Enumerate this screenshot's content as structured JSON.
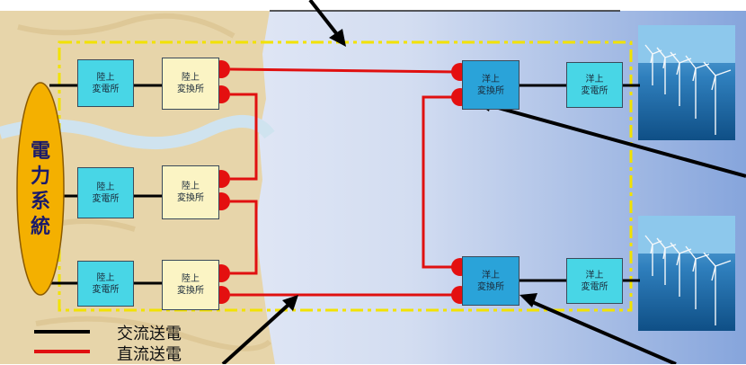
{
  "power_grid": {
    "label_lines": [
      "電",
      "力",
      "系",
      "統"
    ]
  },
  "onshore_substations": [
    {
      "line1": "陸上",
      "line2": "変電所"
    },
    {
      "line1": "陸上",
      "line2": "変電所"
    },
    {
      "line1": "陸上",
      "line2": "変電所"
    }
  ],
  "onshore_converters": [
    {
      "line1": "陸上",
      "line2": "変換所"
    },
    {
      "line1": "陸上",
      "line2": "変換所"
    },
    {
      "line1": "陸上",
      "line2": "変換所"
    }
  ],
  "offshore_converters": [
    {
      "line1": "洋上",
      "line2": "変換所"
    },
    {
      "line1": "洋上",
      "line2": "変換所"
    }
  ],
  "offshore_substations": [
    {
      "line1": "洋上",
      "line2": "変電所"
    },
    {
      "line1": "洋上",
      "line2": "変電所"
    }
  ],
  "legend": {
    "ac_label": "交流送電",
    "dc_label": "直流送電",
    "ac_color": "#000000",
    "dc_color": "#e01010"
  },
  "colors": {
    "sea_gradient_start": "#e8eef8",
    "sea_gradient_end": "#7f9fd8",
    "land": "#e6d4a8",
    "boundary": "#f5e400",
    "grid_oval": "#f4b000",
    "terminal": "#e41010"
  },
  "icons": {
    "wind_farm": "wind-turbine-farm-image",
    "pointer": "black-arrow"
  }
}
